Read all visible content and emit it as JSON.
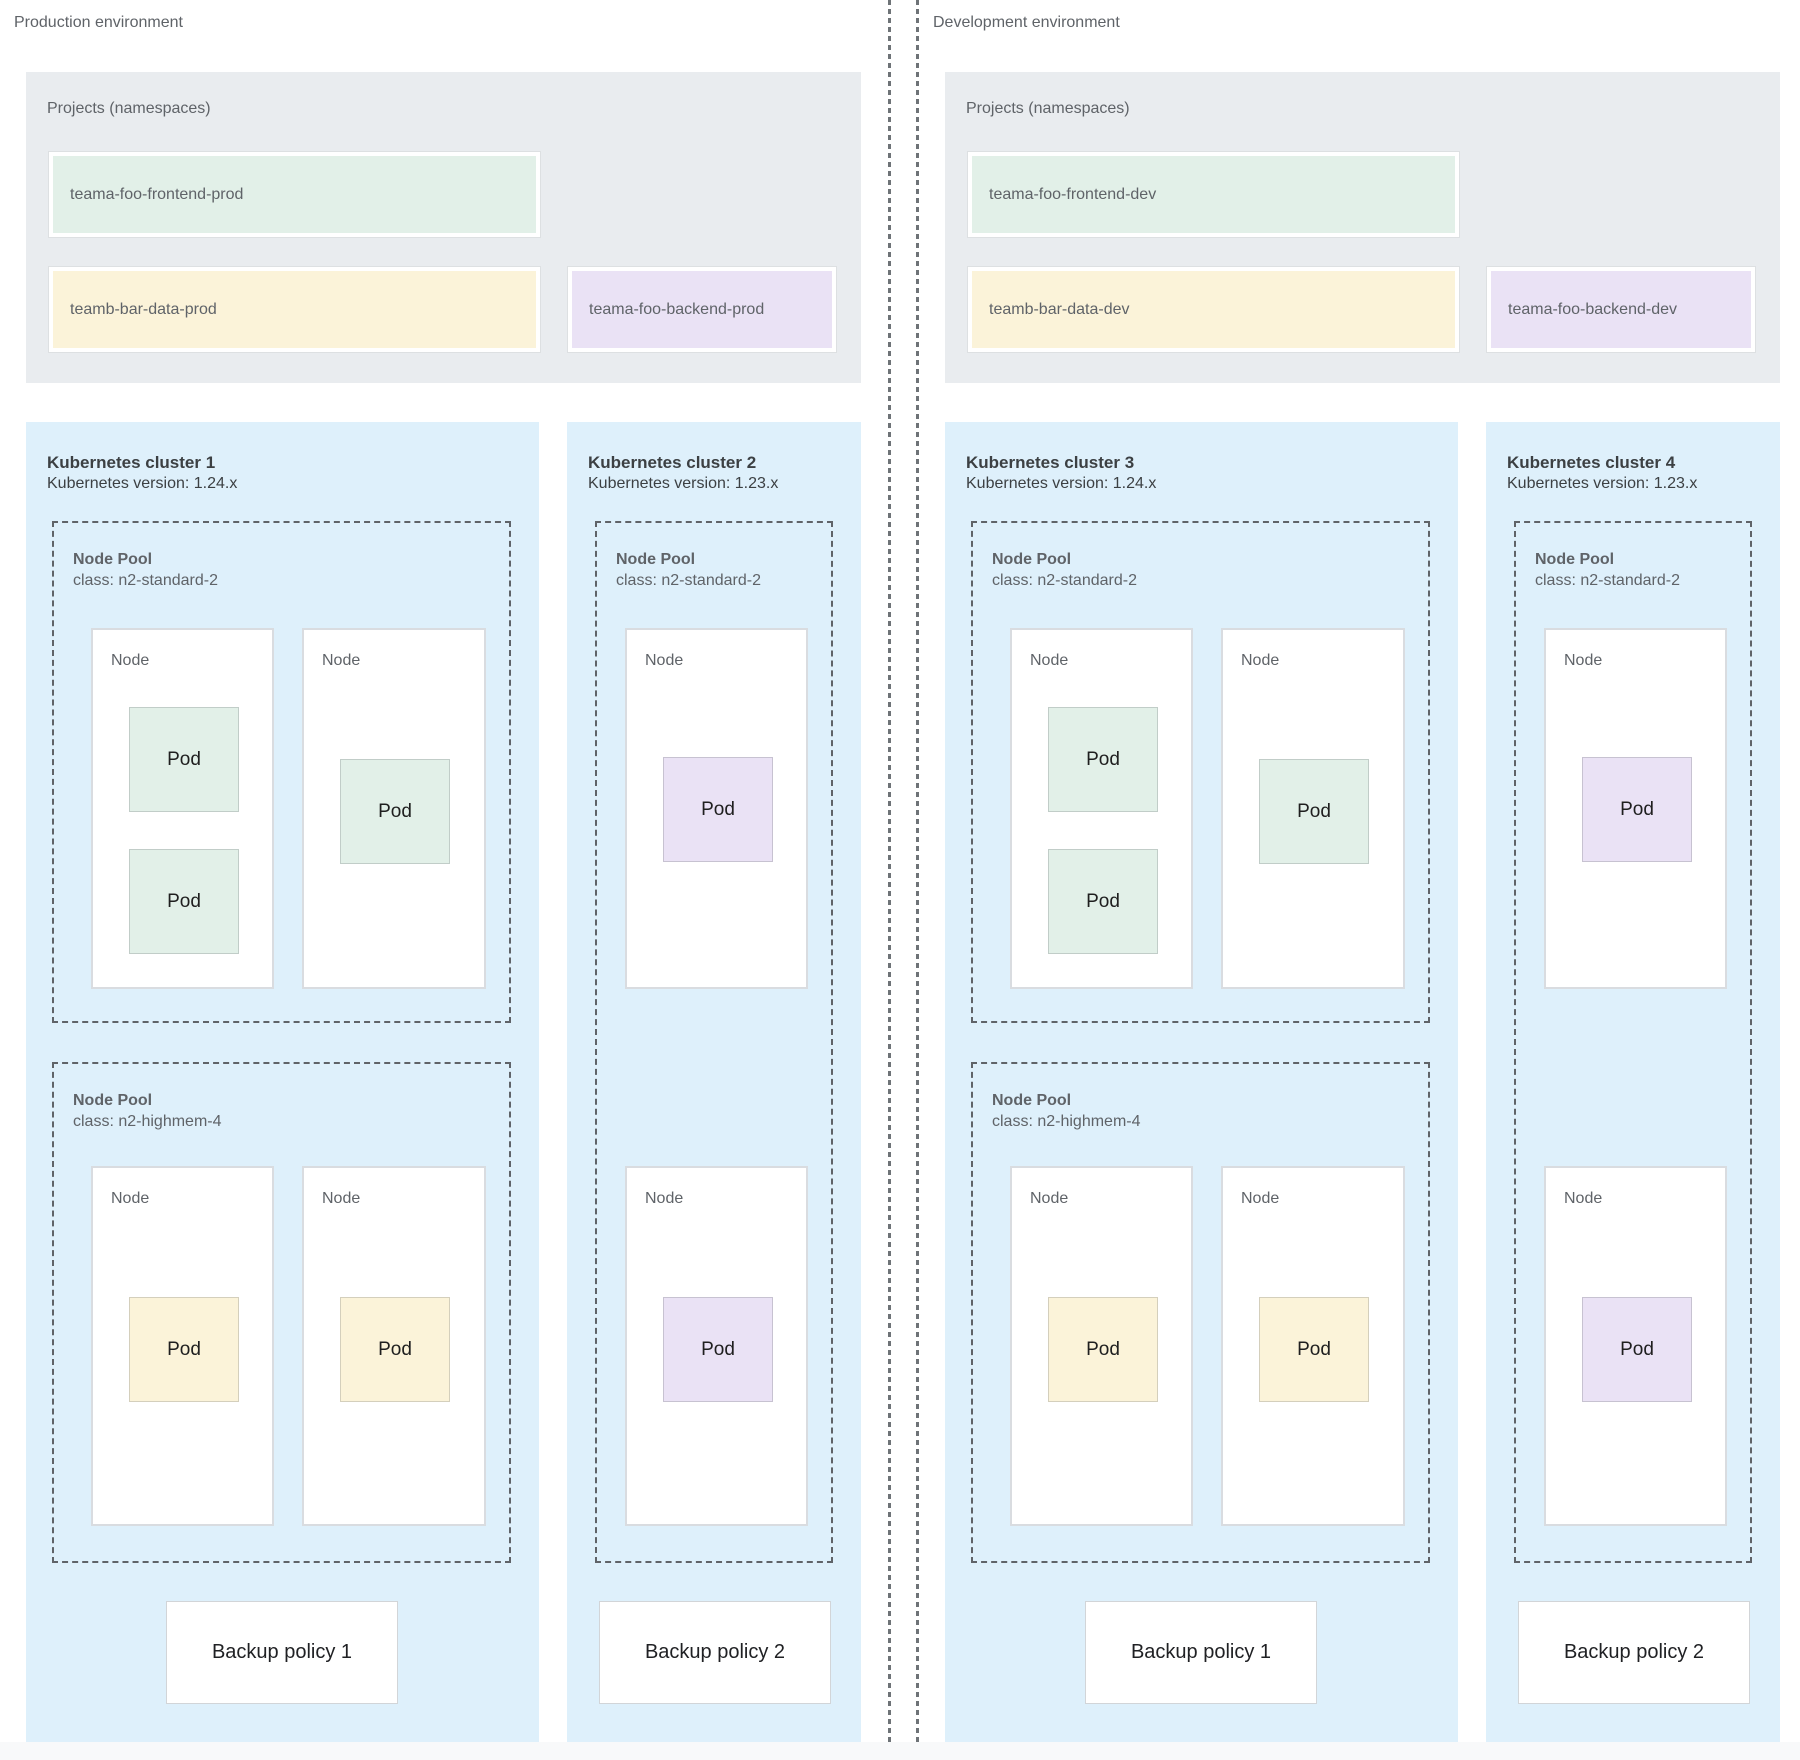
{
  "labels": {
    "node": "Node",
    "pod": "Pod",
    "node_pool": "Node Pool"
  },
  "production": {
    "env_label": "Production environment",
    "projects_title": "Projects (namespaces)",
    "namespaces": {
      "frontend": "teama-foo-frontend-prod",
      "data": "teamb-bar-data-prod",
      "backend": "teama-foo-backend-prod"
    },
    "cluster_a": {
      "title": "Kubernetes cluster 1",
      "version": "Kubernetes version: 1.24.x",
      "pool1_class": "class: n2-standard-2",
      "pool2_class": "class: n2-highmem-4",
      "backup": "Backup policy 1"
    },
    "cluster_b": {
      "title": "Kubernetes cluster 2",
      "version": "Kubernetes version: 1.23.x",
      "pool_class": "class: n2-standard-2",
      "backup": "Backup policy 2"
    }
  },
  "development": {
    "env_label": "Development environment",
    "projects_title": "Projects (namespaces)",
    "namespaces": {
      "frontend": "teama-foo-frontend-dev",
      "data": "teamb-bar-data-dev",
      "backend": "teama-foo-backend-dev"
    },
    "cluster_a": {
      "title": "Kubernetes cluster 3",
      "version": "Kubernetes version: 1.24.x",
      "pool1_class": "class: n2-standard-2",
      "pool2_class": "class: n2-highmem-4",
      "backup": "Backup policy 1"
    },
    "cluster_b": {
      "title": "Kubernetes cluster 4",
      "version": "Kubernetes version: 1.23.x",
      "pool_class": "class: n2-standard-2",
      "backup": "Backup policy 2"
    }
  },
  "colors": {
    "cluster_bg": "#def0fb",
    "projects_bg": "#e9ecef",
    "namespace_green": "#e2f0e8",
    "namespace_yellow": "#fbf3d9",
    "namespace_purple": "#eae2f5",
    "text_gray": "#5f6368",
    "title_gray": "#3c4043",
    "divider_gray": "#6e7377"
  }
}
